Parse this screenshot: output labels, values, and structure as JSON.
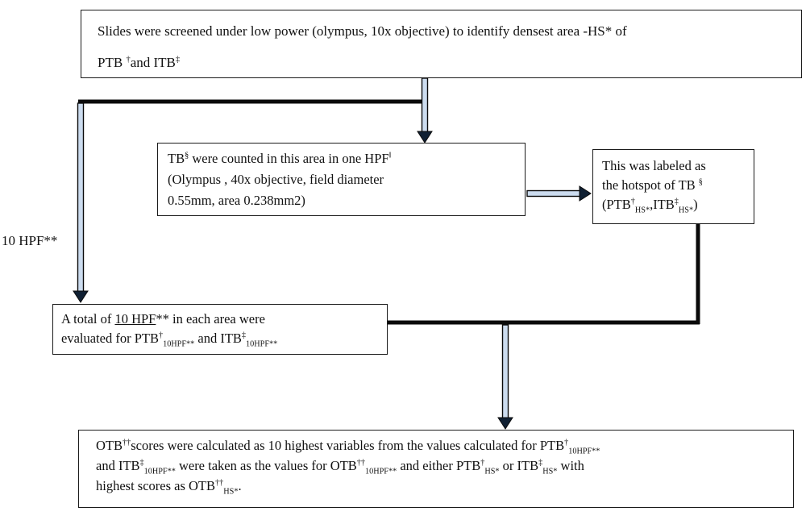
{
  "diagram": {
    "colors": {
      "background": "#ffffff",
      "box_border": "#1b1b1b",
      "connector_line": "#0a0a0a",
      "arrow_shaft_fill": "#ccdcef",
      "arrow_head_fill": "#102033"
    },
    "labels": {
      "hpf10": "10 HPF**"
    },
    "boxes": {
      "screening": {
        "lines": [
          [
            "Slides were screened under low power (olympus, 10x objective) to identify densest area -HS* of"
          ],
          [
            "PTB ",
            {
              "sup": "†"
            },
            "and ITB",
            {
              "sup": "‡"
            }
          ]
        ]
      },
      "tb_count": {
        "lines": [
          [
            "TB",
            {
              "sup": "§"
            },
            " were counted in this area in one HPF",
            {
              "sup": "‖"
            }
          ],
          [
            "(Olympus , 40x objective, field diameter"
          ],
          [
            "0.55mm, area 0.238mm2)"
          ]
        ]
      },
      "hotspot": {
        "lines": [
          [
            "This was labeled as"
          ],
          [
            "the hotspot of TB ",
            {
              "sup": "§"
            }
          ],
          [
            "(PTB",
            {
              "sup": "†"
            },
            {
              "sub": "HS*"
            },
            ",ITB",
            {
              "sup": "‡"
            },
            {
              "sub": "HS*"
            },
            ")"
          ]
        ]
      },
      "hpf_eval": {
        "lines": [
          [
            "A total of ",
            {
              "u": "10 HPF"
            },
            "** in each area were"
          ],
          [
            "evaluated for PTB",
            {
              "sup": "†"
            },
            {
              "sub": "10HPF**"
            },
            " and ITB",
            {
              "sup": "‡"
            },
            {
              "sub": "10HPF**"
            }
          ]
        ]
      },
      "otb": {
        "lines": [
          [
            "OTB",
            {
              "sup": "††"
            },
            "scores were calculated as 10 highest variables from the values calculated for PTB",
            {
              "sup": "†"
            },
            {
              "sub": "10HPF**"
            }
          ],
          [
            "and ITB",
            {
              "sup": "‡"
            },
            {
              "sub": "10HPF**"
            },
            " were taken as the values for OTB",
            {
              "sup": "††"
            },
            {
              "sub": "10HPF**"
            },
            " and either PTB",
            {
              "sup": "†"
            },
            {
              "sub": "HS*"
            },
            " or ITB",
            {
              "sup": "‡"
            },
            {
              "sub": "HS*"
            },
            " with"
          ],
          [
            "highest scores as OTB",
            {
              "sup": "††"
            },
            {
              "sub": "HS*"
            },
            "."
          ]
        ]
      }
    }
  }
}
